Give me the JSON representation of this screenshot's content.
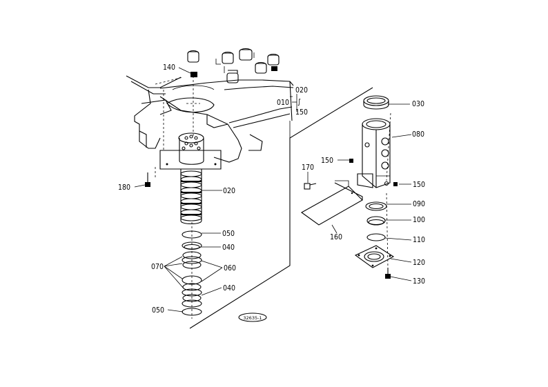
{
  "drawing_code": "32635-1",
  "labels": {
    "p140": "140",
    "p020a": "020",
    "p010": "010",
    "p150a": "150",
    "p030": "030",
    "p080a": "080",
    "p150b": "150",
    "p170": "170",
    "p150c": "150",
    "p180": "180",
    "p020b": "020",
    "p090": "090",
    "p100": "100",
    "p160": "160",
    "p110": "110",
    "p050a": "050",
    "p040a": "040",
    "p070": "070",
    "p060": "060",
    "p120": "120",
    "p040b": "040",
    "p130": "130",
    "p050b": "050"
  }
}
